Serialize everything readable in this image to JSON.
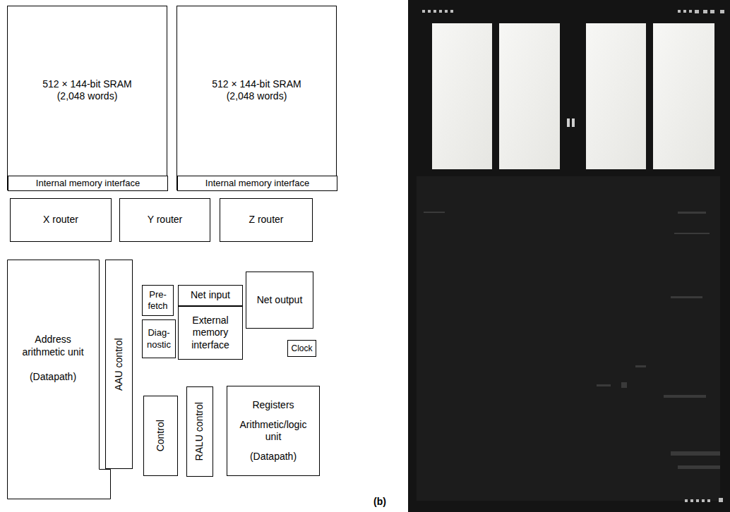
{
  "diagram": {
    "nodes": [
      {
        "text": [
          "512 × 144-bit SRAM (2,048 words)"
        ]
      },
      {
        "text": [
          "Internal memory interface"
        ],
        "in": 0
      },
      {
        "text": [
          "512 × 144-bit SRAM (2,048 words)"
        ]
      },
      {
        "text": [
          "Internal memory interface"
        ],
        "in": 2
      },
      {
        "text": [
          "X router"
        ]
      },
      {
        "text": [
          "Y router"
        ]
      },
      {
        "text": [
          "Z router"
        ]
      },
      {
        "text": [
          "Address arithmetic unit",
          "(Datapath)"
        ]
      },
      {
        "text": [
          "AAU control"
        ]
      },
      {
        "text": [
          "Pre- fetch"
        ]
      },
      {
        "text": [
          "Diag- nostic"
        ]
      },
      {
        "text": [
          "Net input"
        ]
      },
      {
        "text": [
          "External memory interface"
        ]
      },
      {
        "text": [
          "Net output"
        ]
      },
      {
        "text": [
          "Clock"
        ]
      },
      {
        "text": [
          "Control"
        ]
      },
      {
        "text": [
          "RALU control"
        ]
      },
      {
        "text": [
          "Registers",
          "Arithmetic/logic unit",
          "(Datapath)"
        ]
      }
    ],
    "labels": [
      "(b)"
    ]
  }
}
